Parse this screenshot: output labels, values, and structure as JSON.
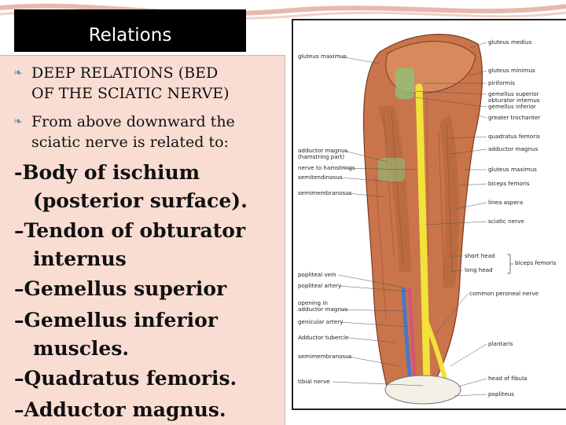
{
  "slide": {
    "title": "Relations",
    "bullets": [
      {
        "line1": "DEEP RELATIONS (BED",
        "line2": "OF THE SCIATIC NERVE)"
      },
      {
        "line1": "From above downward the",
        "line2": "sciatic nerve is related to:"
      }
    ],
    "items": [
      {
        "line1": "-Body of ischium",
        "line2": "(posterior surface)."
      },
      {
        "line1": "–Tendon of obturator",
        "line2": "internus"
      },
      {
        "line1": "–Gemellus superior",
        "line2": ""
      },
      {
        "line1": "–Gemellus inferior",
        "line2": "muscles."
      },
      {
        "line1": "–Quadratus femoris.",
        "line2": ""
      },
      {
        "line1": "–Adductor magnus.",
        "line2": ""
      }
    ]
  },
  "figure": {
    "labels_left": [
      "gluteus maximus",
      "adductor magnus",
      "(hamstring part)",
      "nerve to hamstrings",
      "semitendinosus",
      "semimembranosus",
      "popliteal vein",
      "popliteal artery",
      "opening in",
      "adductor magnus",
      "genicular artery",
      "Adductor tubercle",
      "semimembranosus",
      "tibial nerve"
    ],
    "labels_right": [
      "gluteus medius",
      "gluteus minimus",
      "piriformis",
      "gemellus superior",
      "obturator internus",
      "gemellus inferior",
      "greater trochanter",
      "quadratus femoris",
      "adductor magnus",
      "gluteus maximus",
      "biceps femoris",
      "linea aspera",
      "sciatic nerve",
      "short head",
      "long head",
      "biceps femoris",
      "common peroneal nerve",
      "plantaris",
      "head of fibula",
      "popliteus"
    ]
  }
}
